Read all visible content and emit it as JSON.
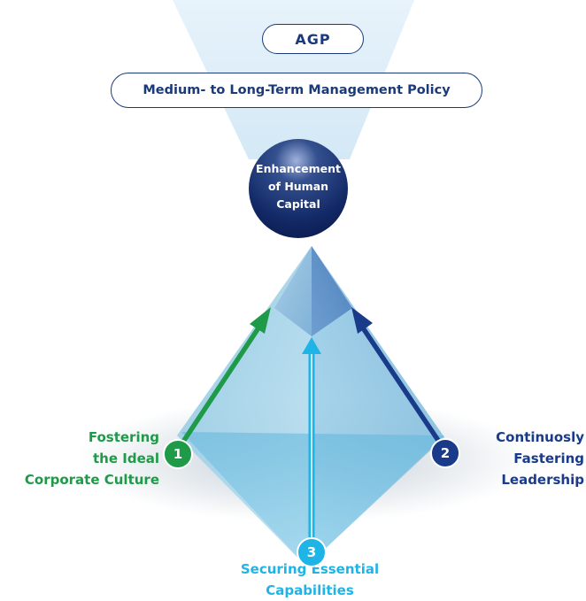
{
  "header": {
    "agp_label": "AGP",
    "policy_label": "Medium- to Long-Term Management Policy"
  },
  "center": {
    "lines": [
      "Enhancement",
      "of Human",
      "Capital"
    ]
  },
  "pillars": [
    {
      "number": "1",
      "lines": [
        "Fostering",
        "the Ideal",
        "Corporate Culture"
      ],
      "color": "#1f9a48"
    },
    {
      "number": "2",
      "lines": [
        "Continuosly",
        "Fastering",
        "Leadership"
      ],
      "color": "#1a3a8a"
    },
    {
      "number": "3",
      "lines": [
        "Securing Essential",
        "Capabilities"
      ],
      "color": "#1fb4e6"
    }
  ]
}
